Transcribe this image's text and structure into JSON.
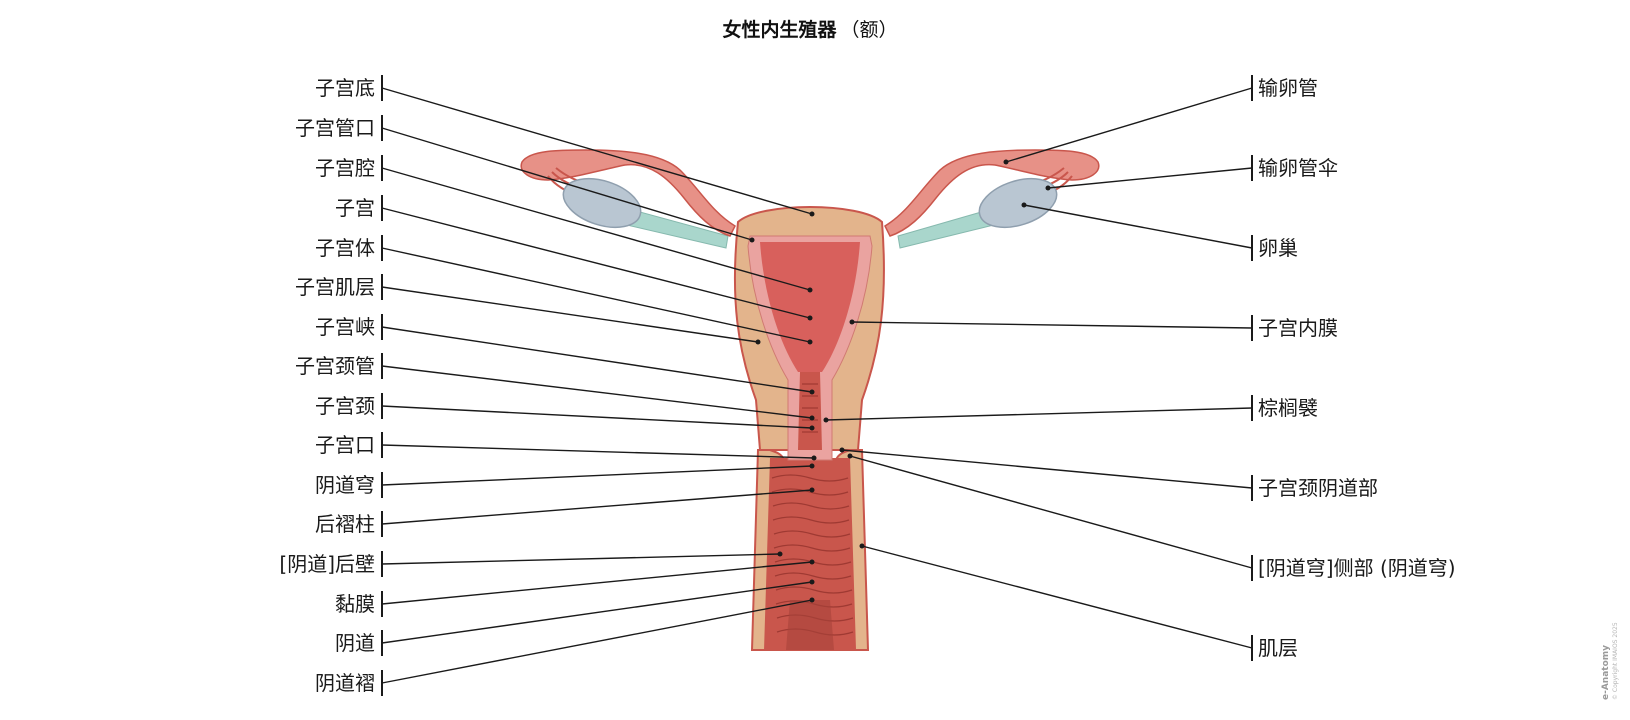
{
  "title": {
    "main": "女性内生殖器",
    "sub": "（额）"
  },
  "labels_left": [
    "子宫底",
    "子宫管口",
    "子宫腔",
    "子宫",
    "子宫体",
    "子宫肌层",
    "子宫峡",
    "子宫颈管",
    "子宫颈",
    "子宫口",
    "阴道穹",
    "后褶柱",
    "[阴道]后壁",
    "黏膜",
    "阴道",
    "阴道褶"
  ],
  "labels_right": [
    "输卵管",
    "输卵管伞",
    "卵巢",
    "子宫内膜",
    "棕榈襞",
    "子宫颈阴道部",
    "[阴道穹]侧部 (阴道穹)",
    "肌层"
  ],
  "watermark": {
    "brand": "e-Anatomy",
    "copyright": "© Copyright IMAIOS 2025"
  },
  "colors": {
    "outer_tissue": "#e3b48c",
    "muscle": "#c9564c",
    "endometrium": "#eaa3a0",
    "cavity": "#d8605c",
    "ovary": "#b9c6d2",
    "ligament": "#a9d6cc",
    "tube": "#e79187"
  }
}
